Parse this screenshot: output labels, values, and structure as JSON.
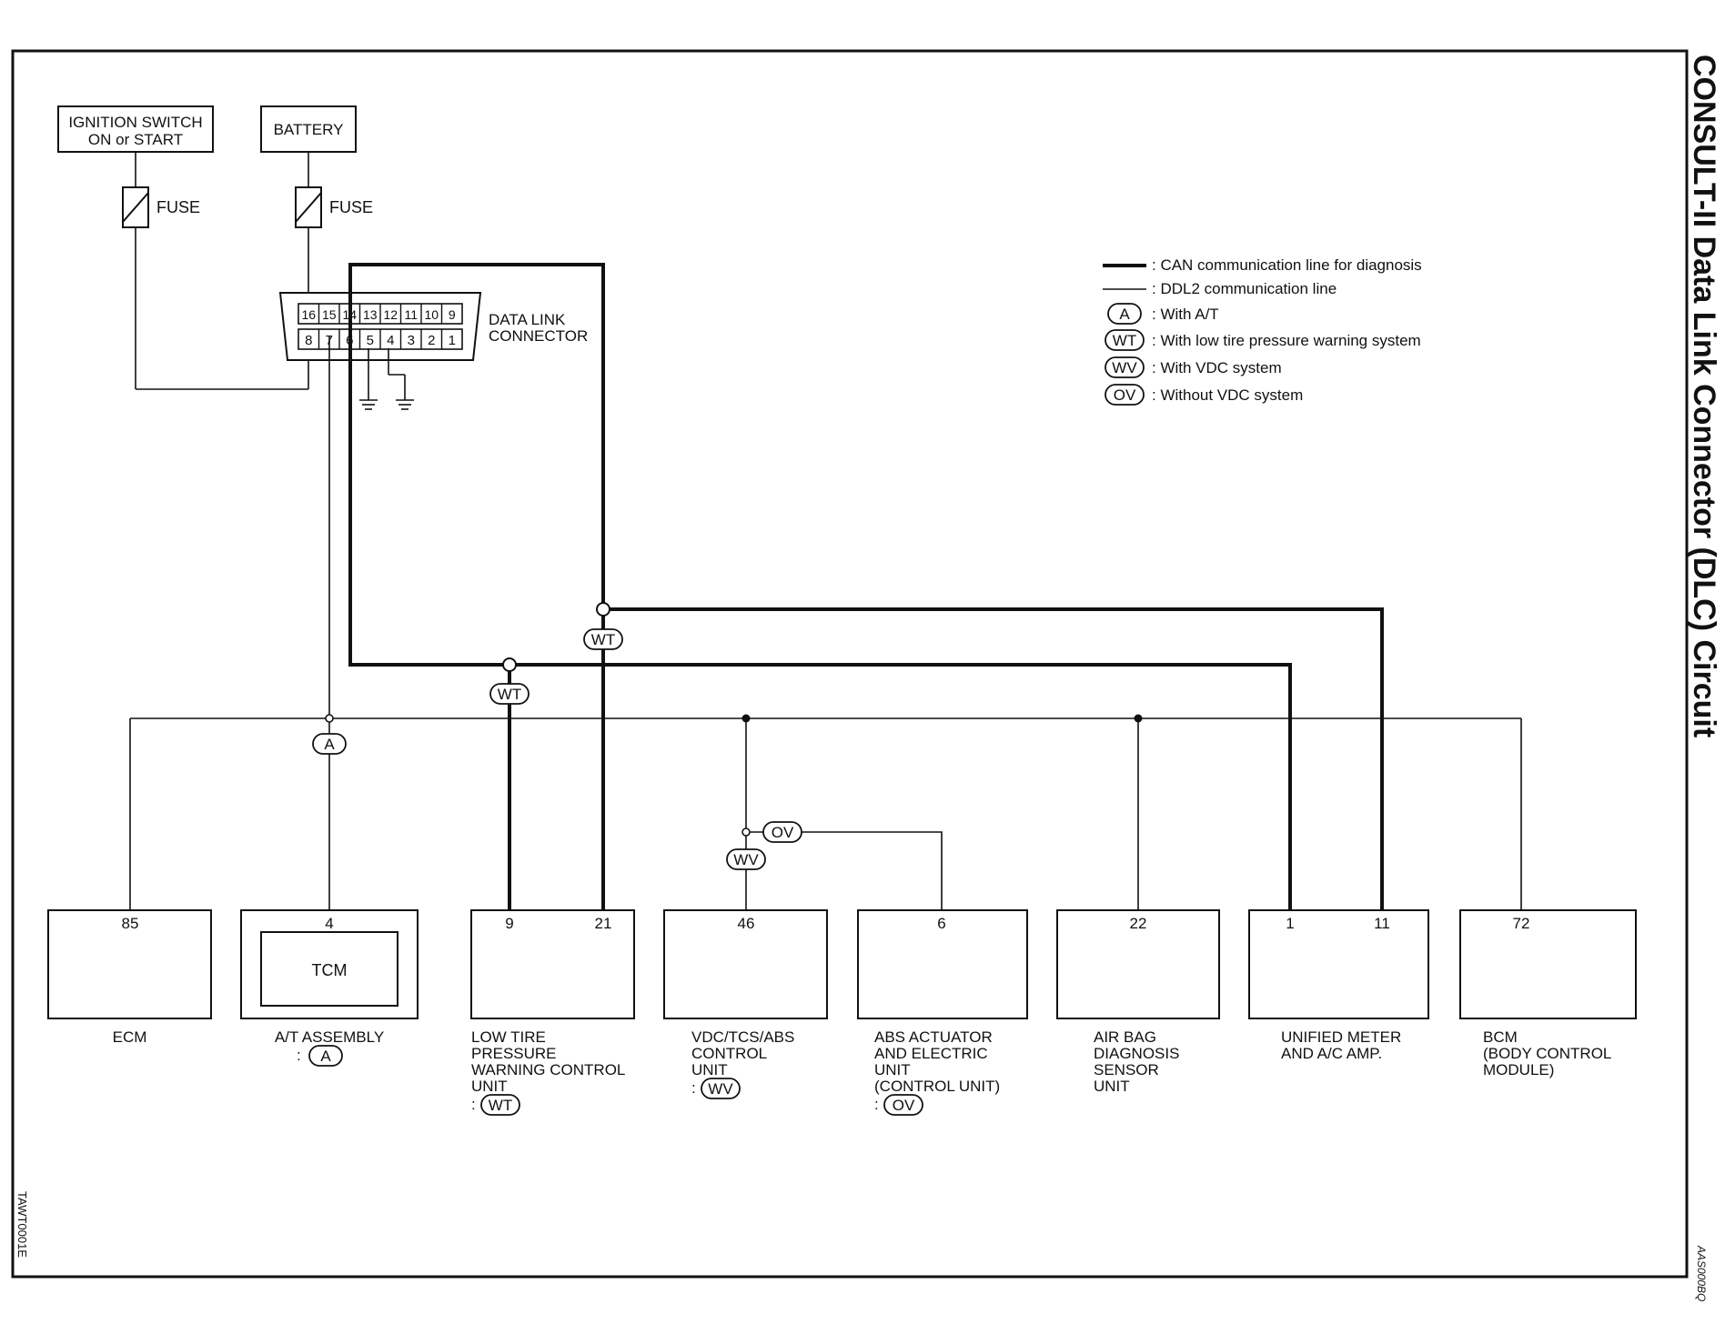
{
  "title": "CONSULT-II Data Link Connector (DLC) Circuit",
  "figure_code": "TAWT0001E",
  "doc_code": "AAS000BQ",
  "sources": {
    "ignition": [
      "IGNITION SWITCH",
      "ON or START"
    ],
    "battery": "BATTERY",
    "fuse_label": "FUSE"
  },
  "dlc": {
    "label": [
      "DATA LINK",
      "CONNECTOR"
    ],
    "top_pins": [
      "16",
      "15",
      "14",
      "13",
      "12",
      "11",
      "10",
      "9"
    ],
    "bottom_pins": [
      "8",
      "7",
      "6",
      "5",
      "4",
      "3",
      "2",
      "1"
    ]
  },
  "legend": [
    {
      "kind": "thick-line",
      "text": ": CAN communication line for diagnosis"
    },
    {
      "kind": "thin-line",
      "text": ": DDL2 communication line"
    },
    {
      "kind": "badge",
      "badge": "A",
      "text": ": With A/T"
    },
    {
      "kind": "badge",
      "badge": "WT",
      "text": ": With low tire pressure warning system"
    },
    {
      "kind": "badge",
      "badge": "WV",
      "text": ": With VDC system"
    },
    {
      "kind": "badge",
      "badge": "OV",
      "text": ": Without VDC system"
    }
  ],
  "line_badges": [
    "WT",
    "WT",
    "A",
    "OV",
    "WV"
  ],
  "modules": [
    {
      "name": [
        "ECM"
      ],
      "pins": [
        "85"
      ]
    },
    {
      "name": [
        "A/T ASSEMBLY"
      ],
      "pins": [
        "4"
      ],
      "inner": "TCM",
      "option": "A"
    },
    {
      "name": [
        "LOW TIRE",
        "PRESSURE",
        "WARNING CONTROL",
        "UNIT"
      ],
      "pins": [
        "9",
        "21"
      ],
      "option": "WT"
    },
    {
      "name": [
        "VDC/TCS/ABS",
        "CONTROL",
        "UNIT"
      ],
      "pins": [
        "46"
      ],
      "option": "WV"
    },
    {
      "name": [
        "ABS ACTUATOR",
        "AND ELECTRIC",
        "UNIT",
        "(CONTROL UNIT)"
      ],
      "pins": [
        "6"
      ],
      "option": "OV"
    },
    {
      "name": [
        "AIR BAG",
        "DIAGNOSIS",
        "SENSOR",
        "UNIT"
      ],
      "pins": [
        "22"
      ]
    },
    {
      "name": [
        "UNIFIED METER",
        "AND A/C AMP."
      ],
      "pins": [
        "1",
        "11"
      ]
    },
    {
      "name": [
        "BCM",
        "(BODY CONTROL",
        " MODULE)"
      ],
      "pins": [
        "72"
      ]
    }
  ],
  "colors": {
    "ink": "#111111",
    "background": "#ffffff"
  }
}
